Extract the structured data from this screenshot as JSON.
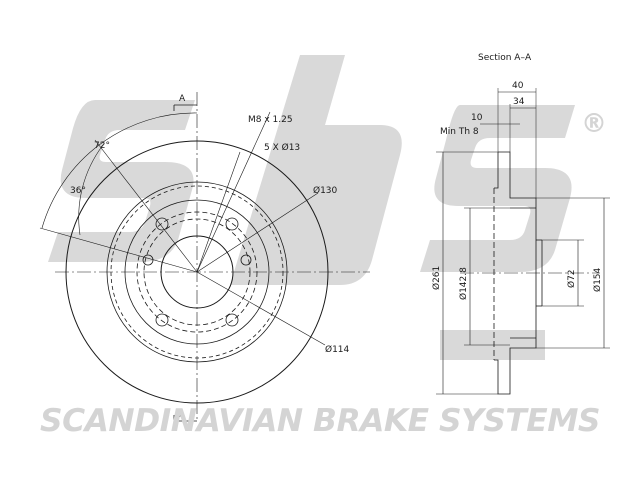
{
  "drawing": {
    "section_title": "Section A–A",
    "section_marker": "A",
    "front_view": {
      "angle_outer": "72°",
      "angle_inner": "36°",
      "thread": "M8 x 1.25",
      "holes": "5 X Ø13",
      "pcd_large": "Ø130",
      "pcd_small": "Ø114"
    },
    "section_view": {
      "width_total": "40",
      "width_hub": "34",
      "thickness": "10",
      "min_thickness": "Min Th 8",
      "dia_outer": "Ø261",
      "dia_hat": "Ø142.8",
      "dia_bore": "Ø72",
      "dia_hub": "Ø154"
    }
  },
  "branding": {
    "tagline": "SCANDINAVIAN BRAKE SYSTEMS",
    "registered_mark": "®",
    "logo_color": "#d4d4d4"
  }
}
